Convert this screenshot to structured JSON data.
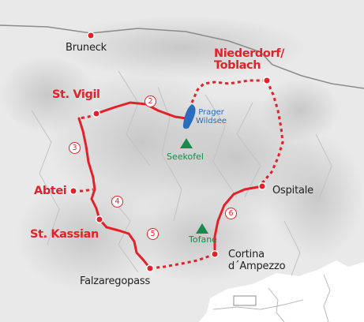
{
  "colors": {
    "route": "#e2222a",
    "road": "#8c8c8c",
    "lake": "#2a6ebb",
    "peak": "#1a8a4a",
    "terrain_base": "#e9e9e9",
    "terrain_shade": "#c9c9c9",
    "inset_background": "#ffffff"
  },
  "towns": {
    "bruneck": "Bruneck",
    "niederdorf_line1": "Niederdorf/",
    "niederdorf_line2": "Toblach",
    "st_vigil": "St. Vigil",
    "abtei": "Abtei",
    "st_kassian": "St. Kassian",
    "falzaregopass": "Falzaregopass",
    "cortina_line1": "Cortina",
    "cortina_line2": "d´Ampezzo",
    "ospitale": "Ospitale"
  },
  "landmarks": {
    "lake_line1": "Prager",
    "lake_line2": "Wildsee",
    "peak_seekofel": "Seekofel",
    "peak_tofane": "Tofane"
  },
  "stages": [
    "2",
    "3",
    "4",
    "5",
    "6"
  ],
  "icons": {
    "town": "red-dot-icon",
    "peak": "mountain-icon",
    "lake": "lake-icon"
  },
  "inset": {
    "type": "locator-map"
  }
}
